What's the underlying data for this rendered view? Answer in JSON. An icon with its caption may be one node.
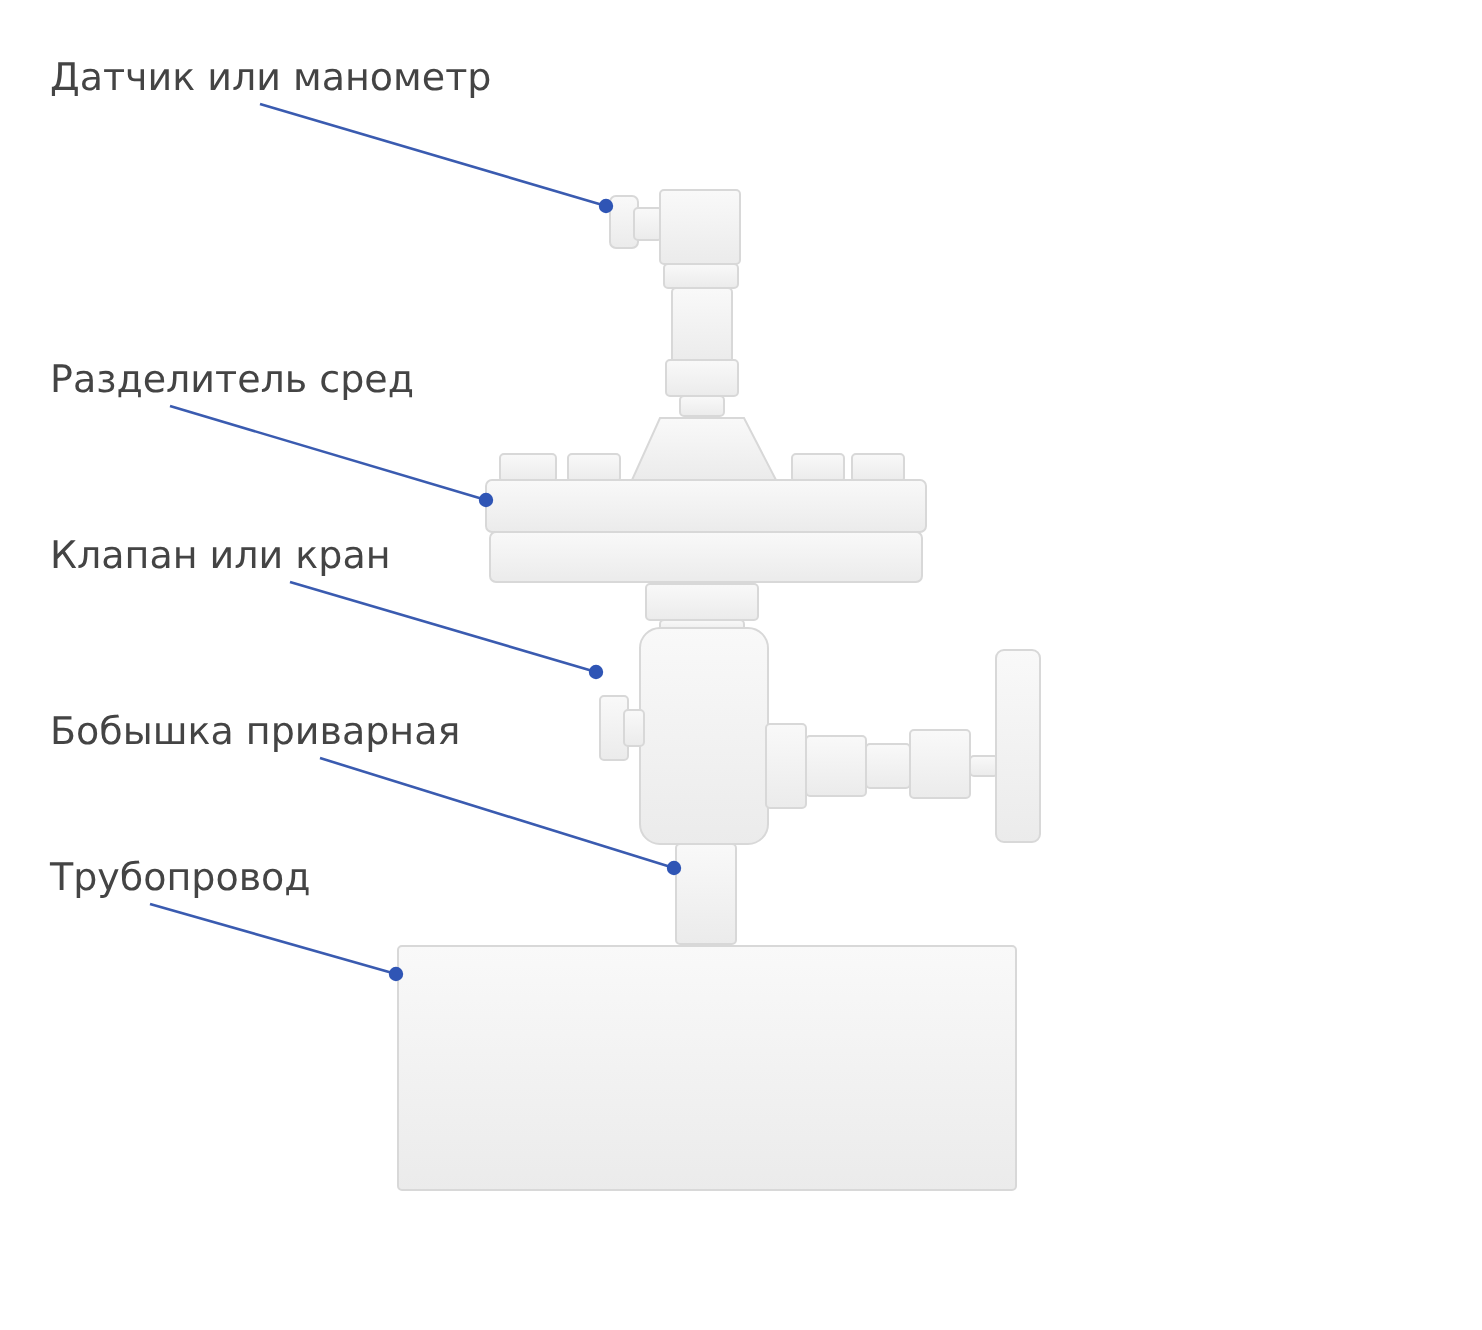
{
  "diagram": {
    "nodes": [
      {
        "text": [
          "Датчик или манометр"
        ]
      },
      {
        "text": [
          "Разделитель сред"
        ]
      },
      {
        "text": [
          "Клапан или кран"
        ]
      },
      {
        "text": [
          "Бобышка приварная"
        ]
      },
      {
        "text": [
          "Трубопровод"
        ]
      },
      {
        "text": [],
        "shape": "picture"
      },
      {
        "text": [],
        "shape": "picture"
      },
      {
        "text": [],
        "shape": "picture"
      },
      {
        "text": [],
        "shape": "picture"
      },
      {
        "text": [],
        "shape": "picture"
      }
    ],
    "edges": [
      {
        "from": 0,
        "to": 5,
        "arrow": "other"
      },
      {
        "from": 1,
        "to": 6,
        "arrow": "other"
      },
      {
        "from": 2,
        "to": 7,
        "arrow": "other"
      },
      {
        "from": 3,
        "to": 8,
        "arrow": "other"
      },
      {
        "from": 4,
        "to": 9,
        "arrow": "other"
      }
    ]
  }
}
